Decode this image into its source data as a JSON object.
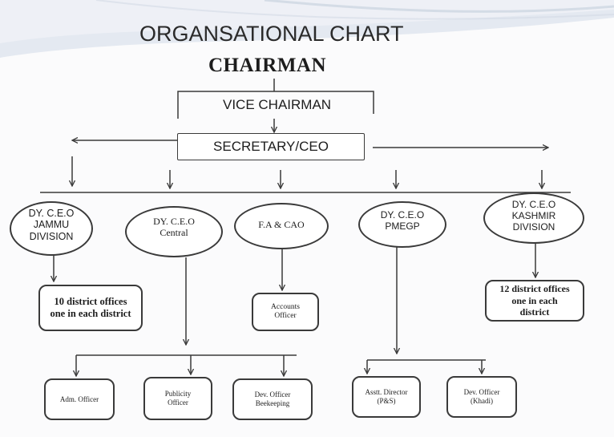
{
  "chart": {
    "title": "ORGANSATIONAL CHART",
    "top": "CHAIRMAN",
    "second": "VICE CHAIRMAN",
    "third": "SECRETARY/CEO"
  },
  "divisions": {
    "jammu": "DY. C.E.O\nJAMMU\nDIVISION",
    "central": "DY. C.E.O\nCentral",
    "fa": "F.A & CAO",
    "pmegp": "DY. C.E.O\nPMEGP",
    "kashmir": "DY. C.E.O\nKASHMIR\nDIVISION"
  },
  "offices": {
    "jammu_districts": "10 district offices\none in each district",
    "accounts": "Accounts\nOfficer",
    "kashmir_districts": "12 district offices\none in each\ndistrict"
  },
  "officers": {
    "adm": "Adm. Officer",
    "publicity": "Publicity\nOfficer",
    "beekeeping": "Dev. Officer\nBeekeeping",
    "asstt": "Asstt. Director\n(P&S)",
    "khadi": "Dev. Officer\n(Khadi)"
  },
  "colors": {
    "line": "#3a3a3a",
    "text": "#1d1d1d",
    "swoosh": "#c9d3e0"
  }
}
